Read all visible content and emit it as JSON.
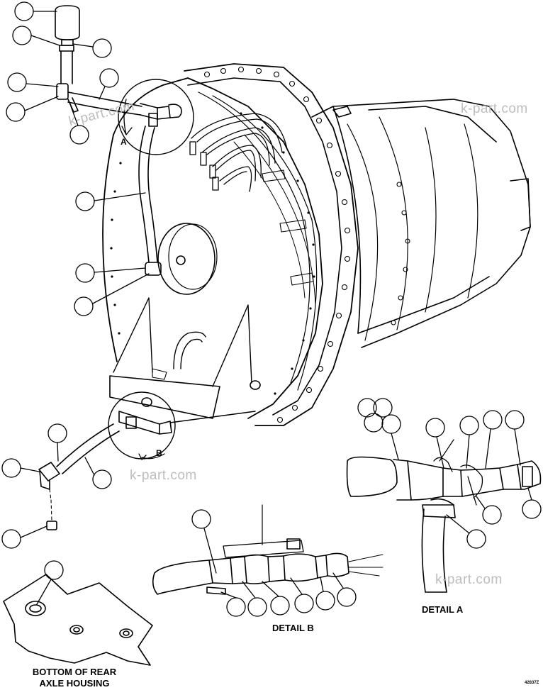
{
  "labels": {
    "detail_a_title": "DETAIL A",
    "detail_b_title": "DETAIL B",
    "bottom_caption_line1": "BOTTOM OF REAR",
    "bottom_caption_line2": "AXLE HOUSING",
    "view_a": "A",
    "view_b": "B",
    "figure_code": "42837Z"
  },
  "watermarks": [
    "k-part.com",
    "k-part.com",
    "k-part.com",
    "k-part.com"
  ],
  "colors": {
    "line": "#000000",
    "watermark": "#bdbdbd",
    "background": "#ffffff"
  }
}
